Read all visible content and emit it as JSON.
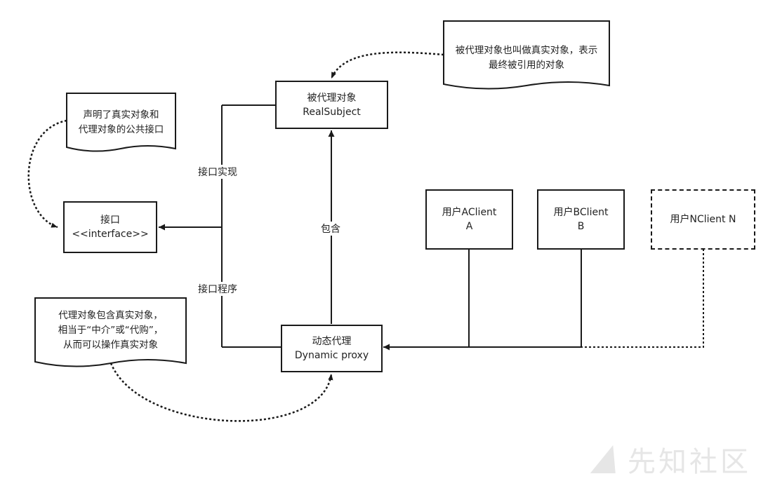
{
  "boxes": {
    "real_subject": {
      "line1": "被代理对象",
      "line2": "RealSubject"
    },
    "interface": {
      "line1": "接口",
      "line2": "<<interface>>"
    },
    "dynamic_proxy": {
      "line1": "动态代理",
      "line2": "Dynamic proxy"
    },
    "client_a": {
      "line1": "用户AClient",
      "line2": "A"
    },
    "client_b": {
      "line1": "用户BClient",
      "line2": "B"
    },
    "client_n": {
      "line1": "用户NClient N"
    }
  },
  "notes": {
    "real_subject_note": {
      "line1": "被代理对象也叫做真实对象，表示",
      "line2": "最终被引用的对象"
    },
    "interface_note": {
      "line1": "声明了真实对象和",
      "line2": "代理对象的公共接口"
    },
    "proxy_note": {
      "line1": "代理对象包含真实对象，",
      "line2": "相当于“中介”或“代购”，",
      "line3": "从而可以操作真实对象"
    }
  },
  "edge_labels": {
    "implements": "接口实现",
    "program": "接口程序",
    "contains": "包含"
  },
  "watermark": {
    "text": "先知社区"
  }
}
